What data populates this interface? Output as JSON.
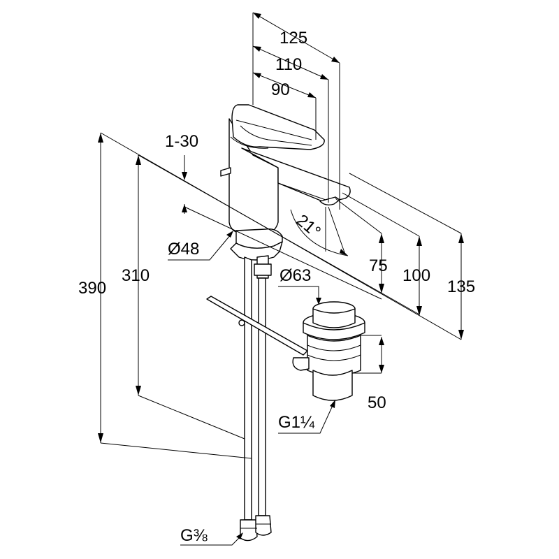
{
  "dimensions": {
    "reach_125": "125",
    "reach_110": "110",
    "reach_90": "90",
    "lever_travel": "1-30",
    "angle": "21°",
    "body_diameter": "Ø48",
    "waste_diameter": "Ø63",
    "total_height": "390",
    "hose_length": "310",
    "height_75": "75",
    "height_100": "100",
    "height_135": "135",
    "waste_height": "50",
    "waste_thread": "G1¼",
    "hose_thread": "G⅜"
  }
}
